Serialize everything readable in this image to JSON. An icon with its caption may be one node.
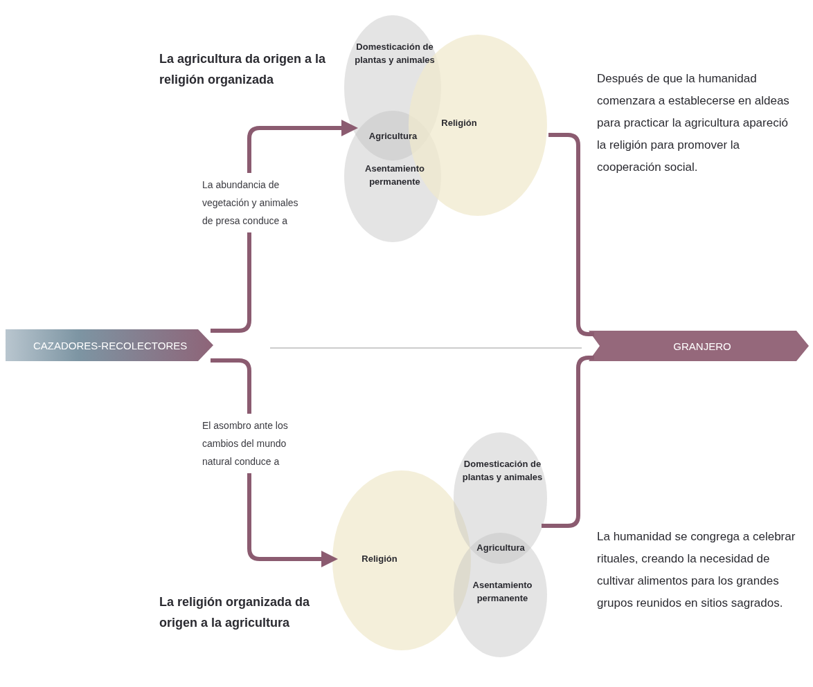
{
  "diagram": {
    "nodes": [
      {
        "text": [
          "CAZADORES-RECOLECTORES"
        ]
      },
      {
        "text": [
          "GRANJERO"
        ]
      },
      {
        "text": [
          "Domesticación de plantas y animales"
        ]
      },
      {
        "text": [
          "Asentamiento permanente"
        ]
      },
      {
        "text": [
          "Religión"
        ]
      },
      {
        "text": [
          "Agricultura"
        ]
      },
      {
        "text": [
          "Religión"
        ]
      },
      {
        "text": [
          "Domesticación de plantas y animales"
        ]
      },
      {
        "text": [
          "Agricultura"
        ]
      },
      {
        "text": [
          "Asentamiento permanente"
        ]
      }
    ],
    "edges": [
      {
        "from": 0,
        "to": 2,
        "arrow": "to",
        "label": "La abundancia de vegetación y animales de presa conduce a"
      },
      {
        "from": 0,
        "to": 6,
        "arrow": "to",
        "label": "El asombro ante los cambios del mundo natural conduce a"
      },
      {
        "from": 4,
        "to": 1,
        "arrow": "none"
      },
      {
        "from": 7,
        "to": 1,
        "arrow": "none"
      }
    ],
    "labels": [
      "La agricultura da origen a la religión organizada",
      "Después de que la humanidad comenzara a establecerse en aldeas para practicar la agricultura apareció la religión para promover la cooperación social.",
      "La humanidad se congrega a celebrar rituales, creando la necesidad de cultivar alimentos para los grandes grupos reunidos en sitios sagrados.",
      "La religión organizada da origen a la agricultura"
    ]
  }
}
